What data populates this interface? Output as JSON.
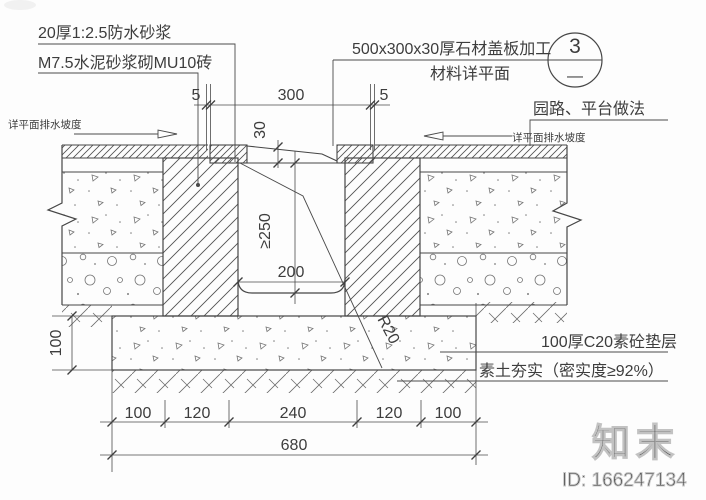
{
  "drawing": {
    "labels": {
      "waterproof_mortar": "20厚1:2.5防水砂浆",
      "brick_masonry": "M7.5水泥砂浆砌MU10砖",
      "stone_cover": "500x300x30厚石材盖板加工",
      "stone_cover_note": "材料详平面",
      "path_platform": "园路、平台做法",
      "drainage_slope_left": "详平面排水坡度",
      "drainage_slope_right": "详平面排水坡度",
      "concrete_cushion": "100厚C20素砼垫层",
      "compacted_soil": "素土夯实（密实度≥92%）"
    },
    "callout": {
      "detail_number": "3",
      "sheet_number": "—"
    },
    "dimensions": {
      "joint_left": "5",
      "cover_width": "300",
      "joint_right": "5",
      "cover_thickness": "30",
      "channel_depth": "≥250",
      "channel_width": "200",
      "corner_radius": "R20",
      "cushion_thickness": "100",
      "bottom_segments": [
        "100",
        "120",
        "240",
        "120",
        "100"
      ],
      "overall_width": "680"
    },
    "watermark": {
      "logo": "知末",
      "id_text": "ID: 166247134"
    },
    "colors": {
      "line": "#444444",
      "background": "#fdfdfd",
      "watermark": "#c7c7c7"
    }
  }
}
